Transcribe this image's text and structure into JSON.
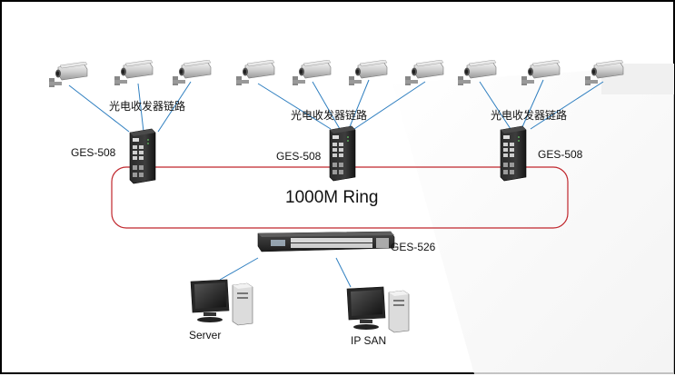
{
  "ring": {
    "label": "1000M Ring",
    "color": "#c0262c"
  },
  "link_label": "光电收发器链路",
  "switches": [
    {
      "id": "sw1",
      "label": "GES-508"
    },
    {
      "id": "sw2",
      "label": "GES-508"
    },
    {
      "id": "sw3",
      "label": "GES-508"
    }
  ],
  "core_switch": {
    "label": "GES-526"
  },
  "hosts": [
    {
      "id": "server",
      "label": "Server"
    },
    {
      "id": "ipsan",
      "label": "IP SAN"
    }
  ],
  "link_color": "#2f7fc0",
  "icons": {
    "camera": "ip-camera-icon",
    "industrial_switch": "industrial-switch-icon",
    "rack_switch": "rack-switch-icon",
    "computer": "desktop-computer-icon"
  }
}
